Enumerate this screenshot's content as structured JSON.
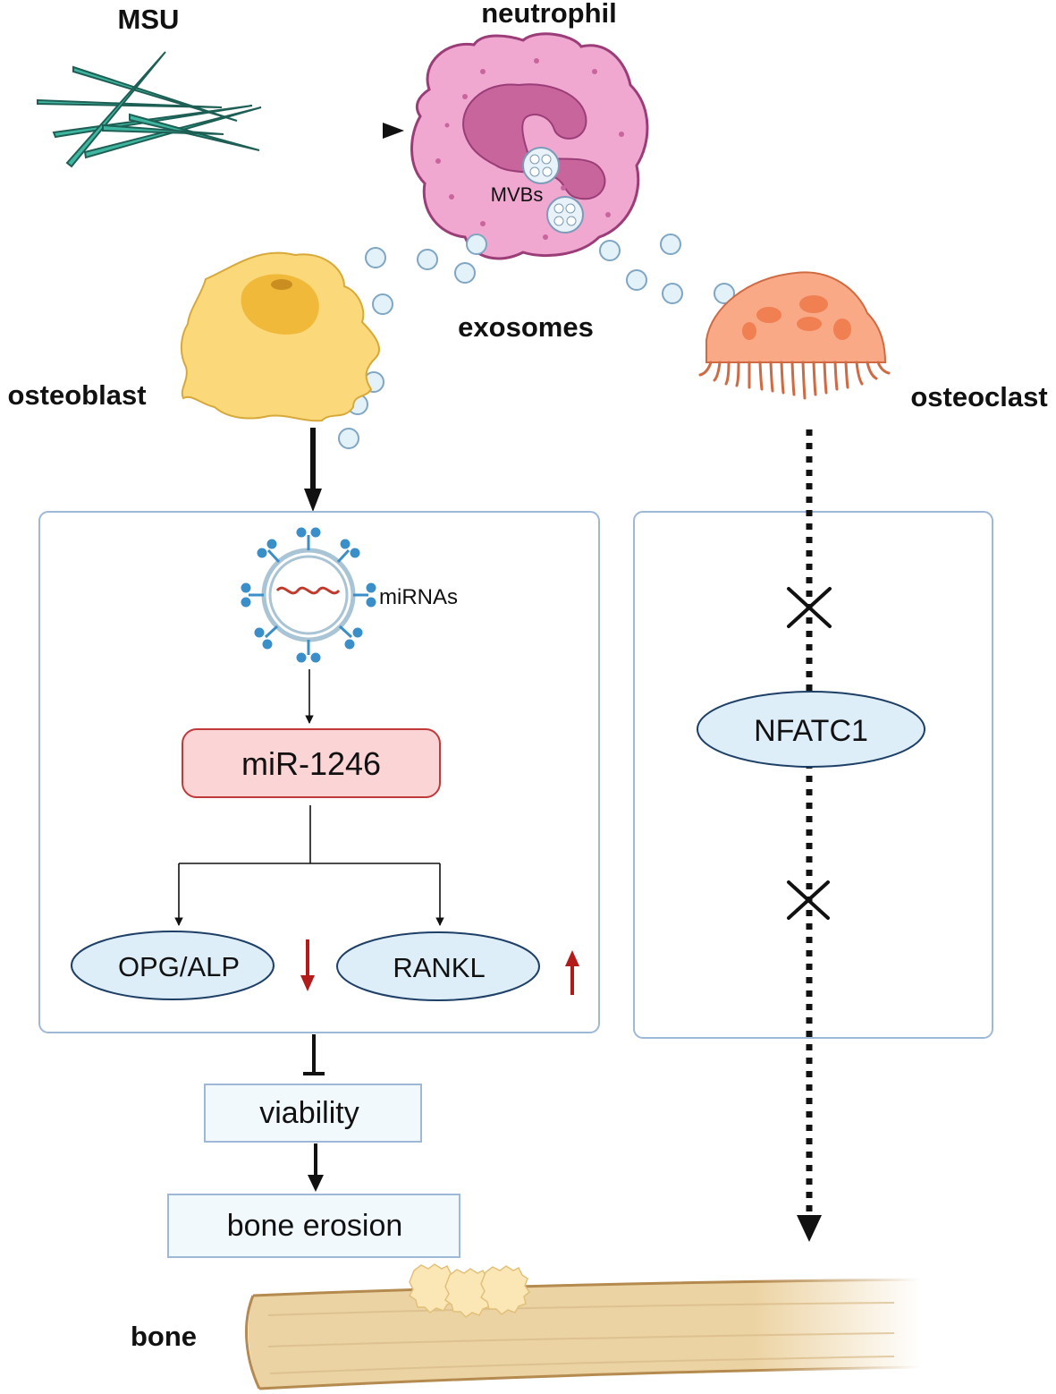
{
  "labels": {
    "msu": "MSU",
    "neutrophil": "neutrophil",
    "mvbs": "MVBs",
    "exosomes": "exosomes",
    "osteoblast": "osteoblast",
    "osteoclast": "osteoclast",
    "mirnas": "miRNAs",
    "mir1246": "miR-1246",
    "opg_alp": "OPG/ALP",
    "rankl": "RANKL",
    "nfatc1": "NFATC1",
    "viability": "viability",
    "bone_erosion": "bone erosion",
    "bone": "bone"
  },
  "colors": {
    "mir_box_fill": "#fbd5d5",
    "mir_box_stroke": "#c0393b",
    "ellipse_fill": "#deeef8",
    "ellipse_stroke": "#1e3f66",
    "panel_stroke": "#9fb8d8",
    "result_box_fill": "#f1f9fd",
    "arrow_red": "#b31a1a",
    "neutrophil": "#f0a8d0",
    "osteoblast": "#fbd97a",
    "osteoclast": "#f9a986",
    "bone": "#ecd3a3",
    "exosome": "#e3f1f8"
  },
  "indicators": {
    "opg_alp": "down",
    "rankl": "up"
  }
}
